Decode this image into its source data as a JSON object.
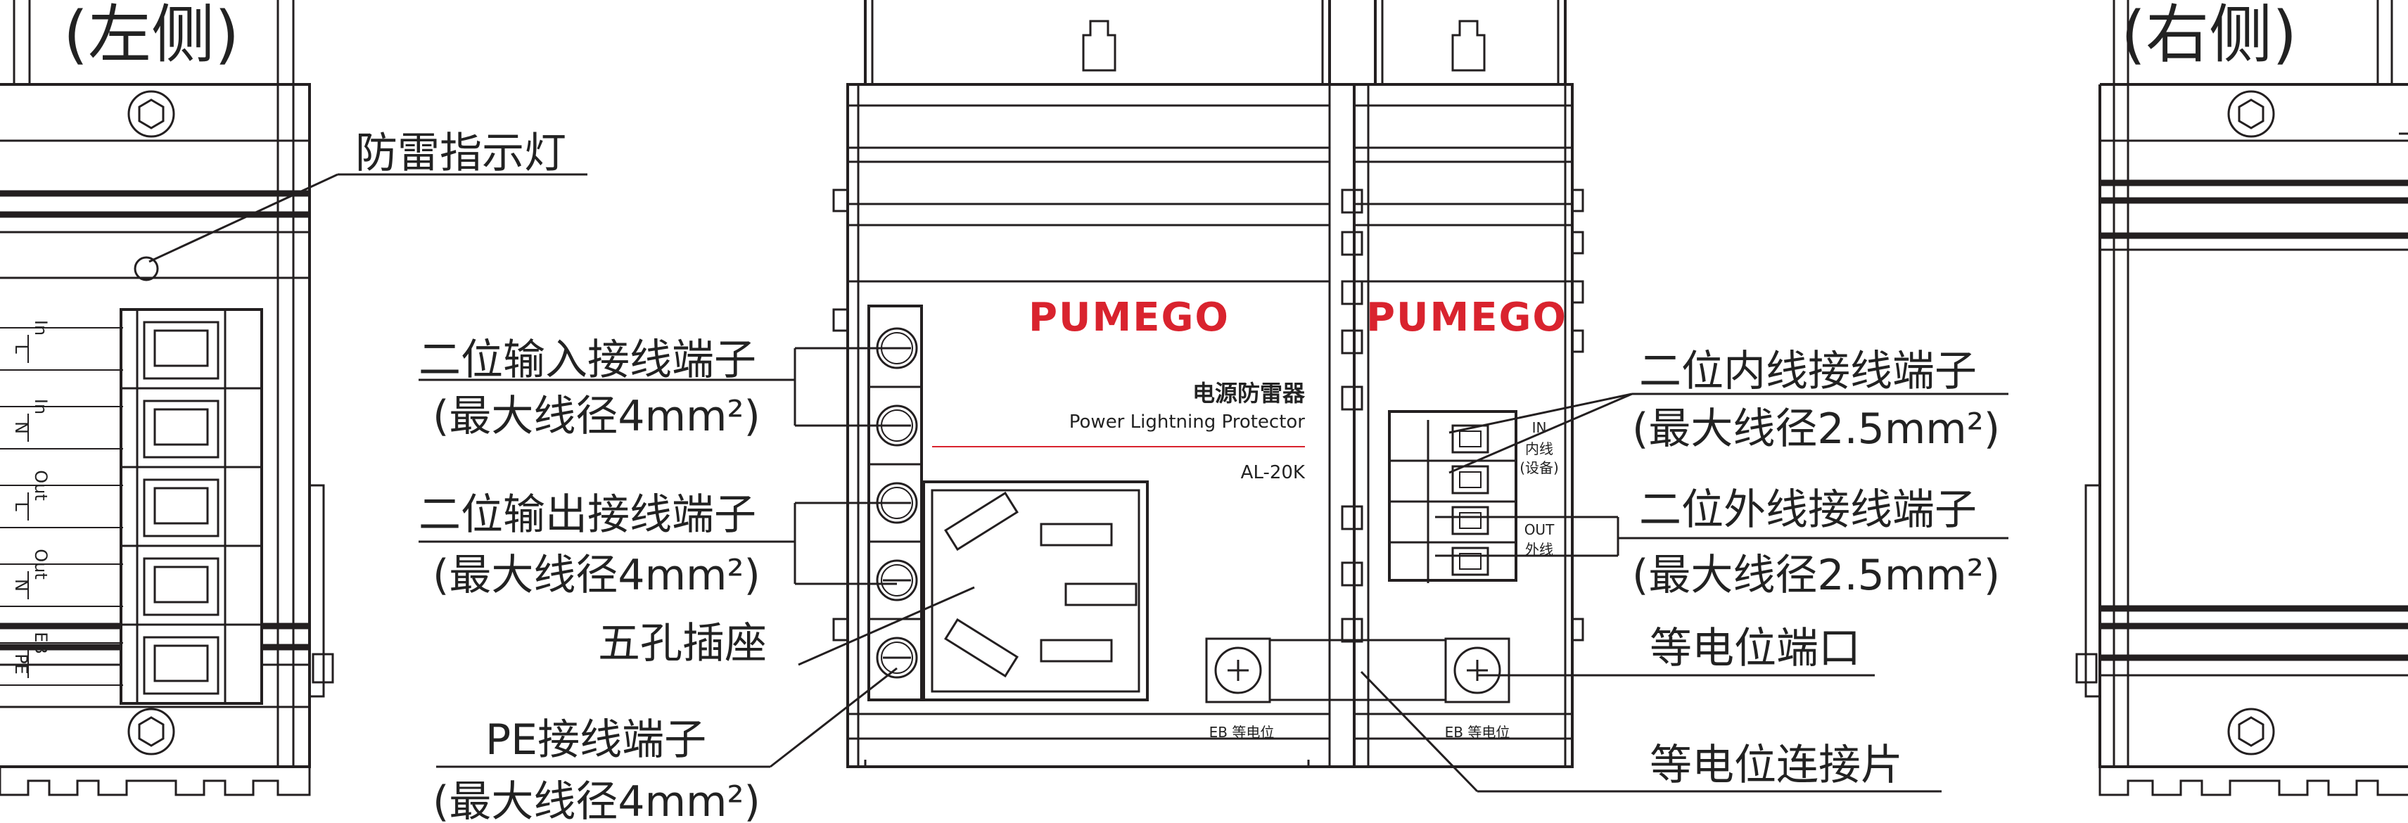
{
  "views": {
    "left_title": "(左侧)",
    "right_title": "(右侧)"
  },
  "left_panel": {
    "terminals": [
      {
        "line": "L",
        "mode": "In"
      },
      {
        "line": "N",
        "mode": "In"
      },
      {
        "line": "L",
        "mode": "Out"
      },
      {
        "line": "N",
        "mode": "Out"
      },
      {
        "line": "PE",
        "mode": "EB"
      }
    ]
  },
  "device": {
    "brand": "PUMEGO",
    "product_name_cn": "电源防雷器",
    "product_name_en": "Power Lightning Protector",
    "model": "AL-20K",
    "eb_label_left": "EB 等电位",
    "eb_label_right": "EB 等电位",
    "in_label": "IN",
    "in_sub_1": "内线",
    "in_sub_2": "(设备)",
    "out_label": "OUT",
    "out_sub": "外线",
    "accent_color": "#d9232e"
  },
  "callouts": {
    "indicator": "防雷指示灯",
    "input_terminal": "二位输入接线端子",
    "input_spec": "(最大线径4mm²)",
    "output_terminal": "二位输出接线端子",
    "output_spec": "(最大线径4mm²)",
    "socket": "五孔插座",
    "pe_terminal": "PE接线端子",
    "pe_spec": "(最大线径4mm²)",
    "inner_terminal": "二位内线接线端子",
    "inner_spec": "(最大线径2.5mm²)",
    "outer_terminal": "二位外线接线端子",
    "outer_spec": "(最大线径2.5mm²)",
    "eq_port": "等电位端口",
    "eq_strip": "等电位连接片"
  }
}
